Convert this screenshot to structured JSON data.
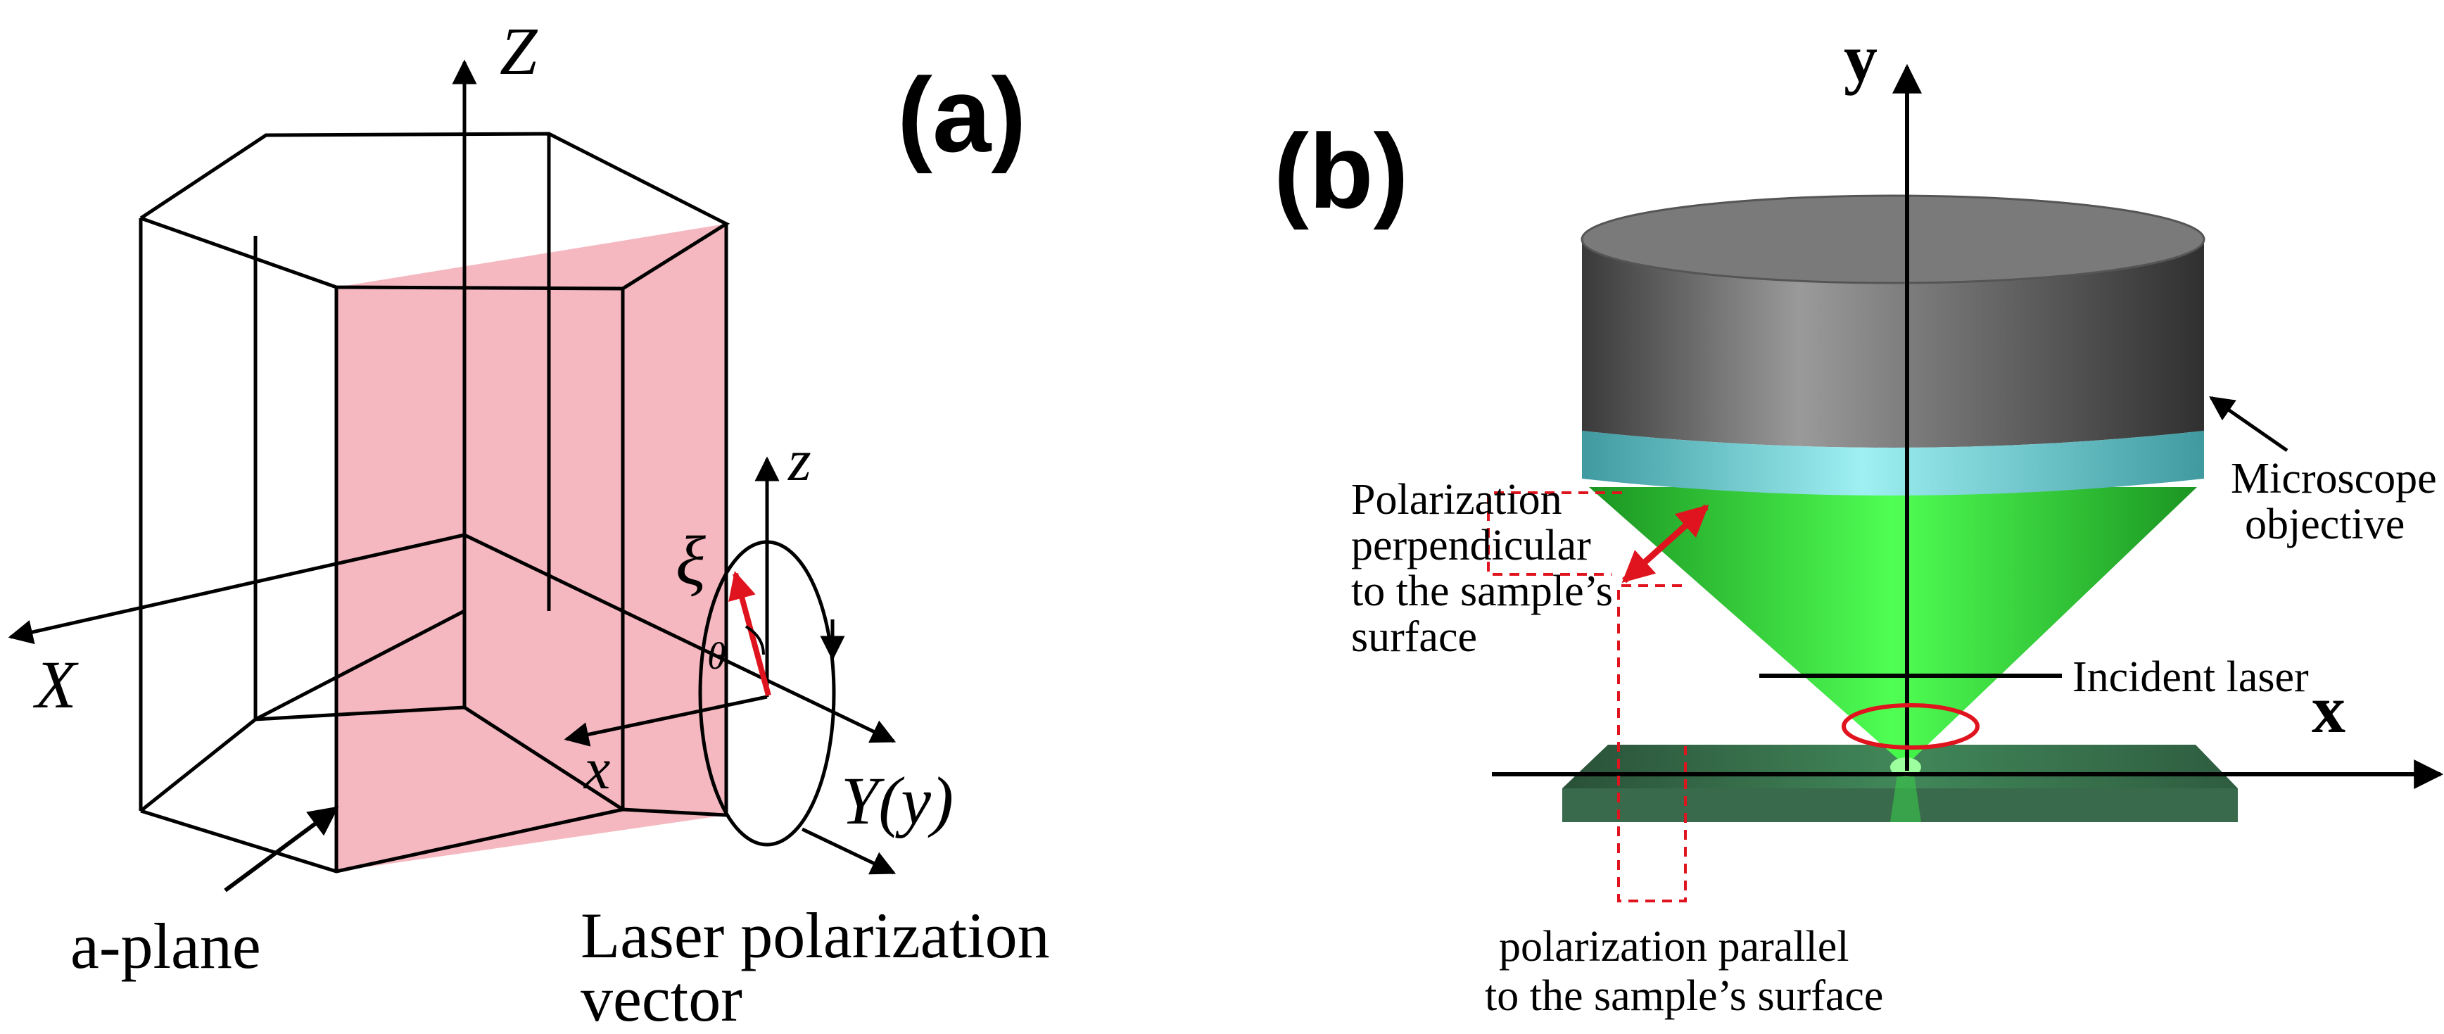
{
  "panel_a": {
    "label": "(a)",
    "axis_Z": "Z",
    "axis_X": "X",
    "axis_Yy": "Y(y)",
    "axis_z": "z",
    "axis_x": "x",
    "xi": "ξ",
    "theta": "θ",
    "a_plane": "a-plane",
    "laser_vec_1": "Laser polarization",
    "laser_vec_2": "vector"
  },
  "panel_b": {
    "label": "(b)",
    "axis_y": "y",
    "axis_x": "x",
    "objective_1": "Microscope",
    "objective_2": "objective",
    "perp_1": "Polarization",
    "perp_2": "perpendicular",
    "perp_3": "to the sample’s",
    "perp_4": "surface",
    "incident": "Incident laser",
    "par_1": "polarization parallel",
    "par_2": "to the sample’s surface"
  },
  "colors": {
    "plane": "#f5b8c0",
    "beam": "#2ee52e",
    "lens": "#5a5a5a",
    "ring": "#7fd9dd",
    "slab": "#1f6b3a",
    "red": "#e0141e"
  }
}
